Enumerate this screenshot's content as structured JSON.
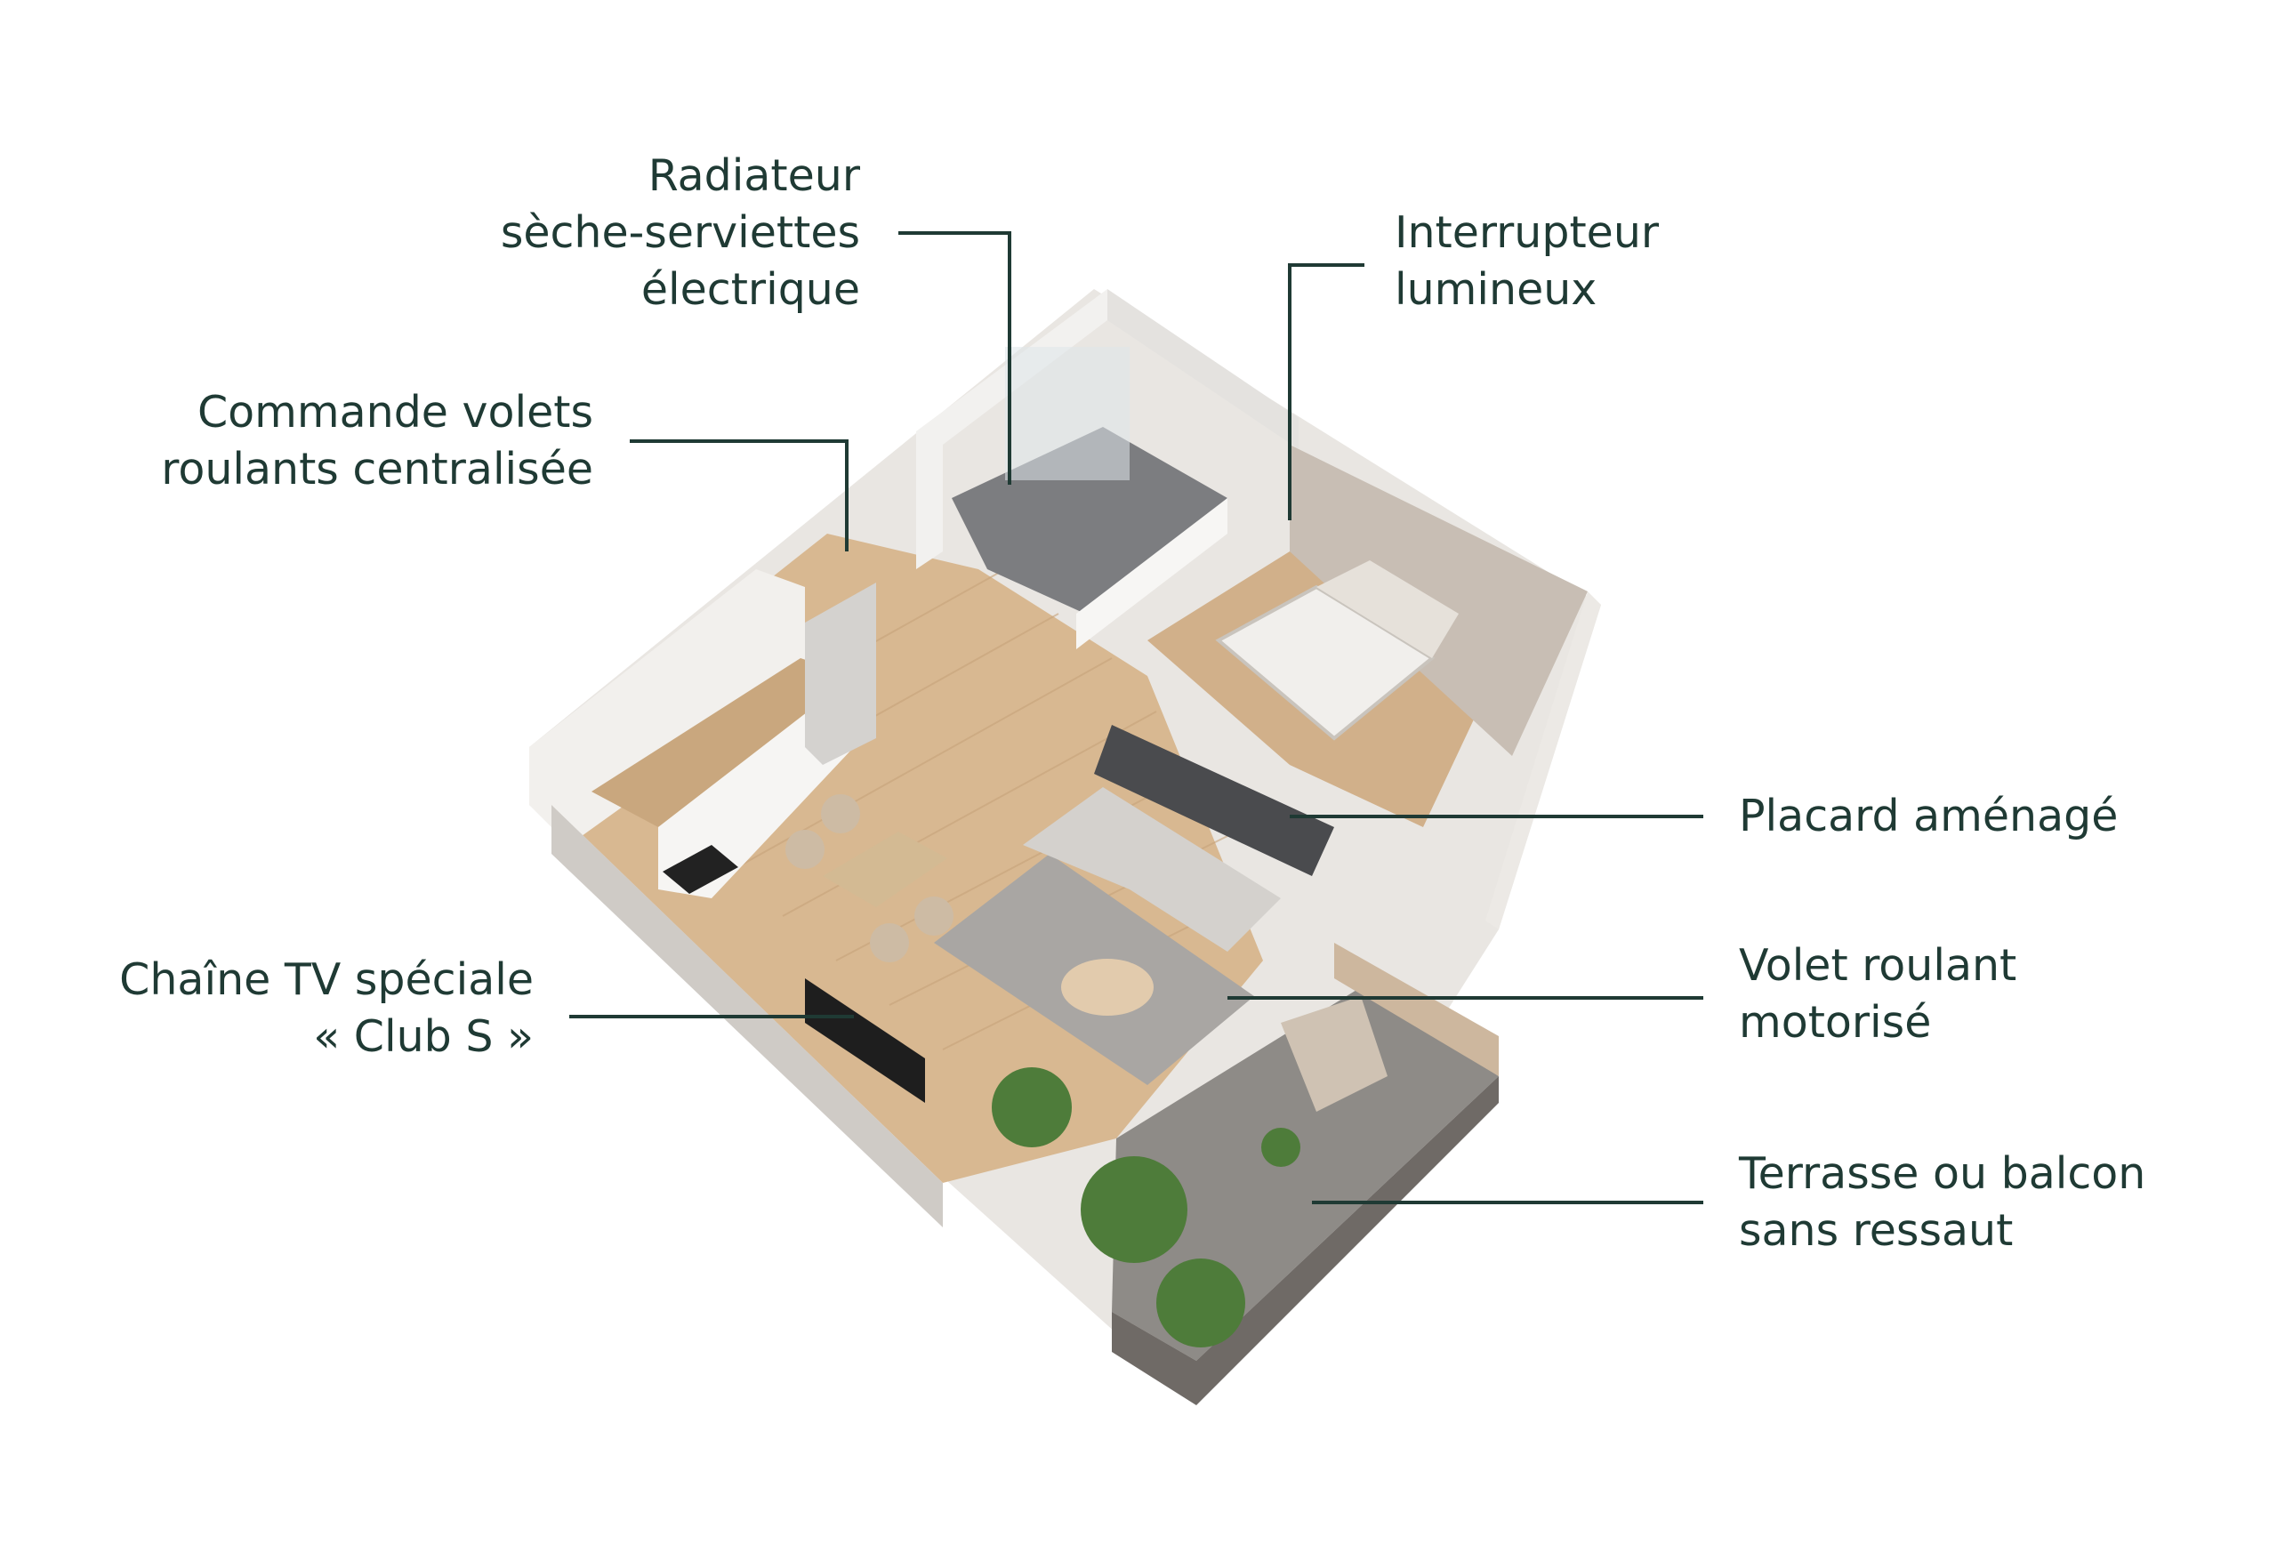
{
  "colors": {
    "text": "#1f3a34",
    "leader_line": "#1f3a34",
    "wall": "#f4f3f1",
    "wall_shadow": "#d9d6d2",
    "floor_wood": "#d6b48a",
    "terrace_tile": "#8d8a86",
    "rug": "#a9a6a3",
    "bedroom_wall": "#c9bfb6"
  },
  "callouts": {
    "radiateur": {
      "lines": [
        "Radiateur",
        "sèche-serviettes",
        "électrique"
      ]
    },
    "interrupteur": {
      "lines": [
        "Interrupteur",
        "lumineux"
      ]
    },
    "commande": {
      "lines": [
        "Commande volets",
        "roulants centralisée"
      ]
    },
    "placard": {
      "lines": [
        "Placard aménagé"
      ]
    },
    "volet": {
      "lines": [
        "Volet roulant",
        "motorisé"
      ]
    },
    "chaine": {
      "lines": [
        "Chaîne TV spéciale",
        "« Club S »"
      ]
    },
    "terrasse": {
      "lines": [
        "Terrasse ou balcon",
        "sans ressaut"
      ]
    }
  }
}
